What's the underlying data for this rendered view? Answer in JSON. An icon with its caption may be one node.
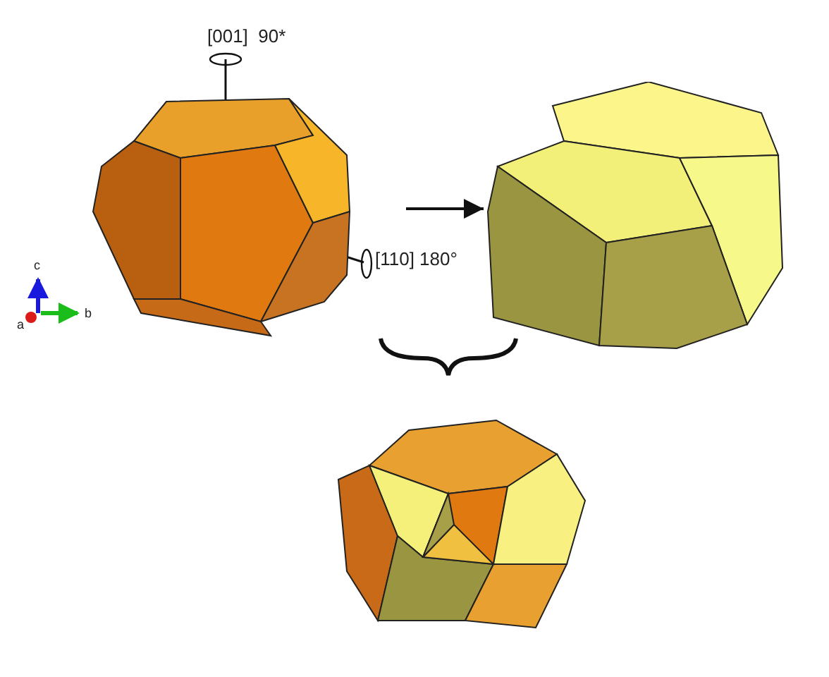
{
  "diagram": {
    "nodes": [
      {
        "text": [],
        "shape": "picture"
      },
      {
        "text": [],
        "shape": "picture"
      },
      {
        "text": [],
        "shape": "picture"
      }
    ],
    "edges": [
      {
        "from": 0,
        "to": 1,
        "arrow": "to"
      }
    ],
    "labels": [
      "[001]  90*",
      "[110] 180°",
      "c",
      "b",
      "a"
    ]
  }
}
